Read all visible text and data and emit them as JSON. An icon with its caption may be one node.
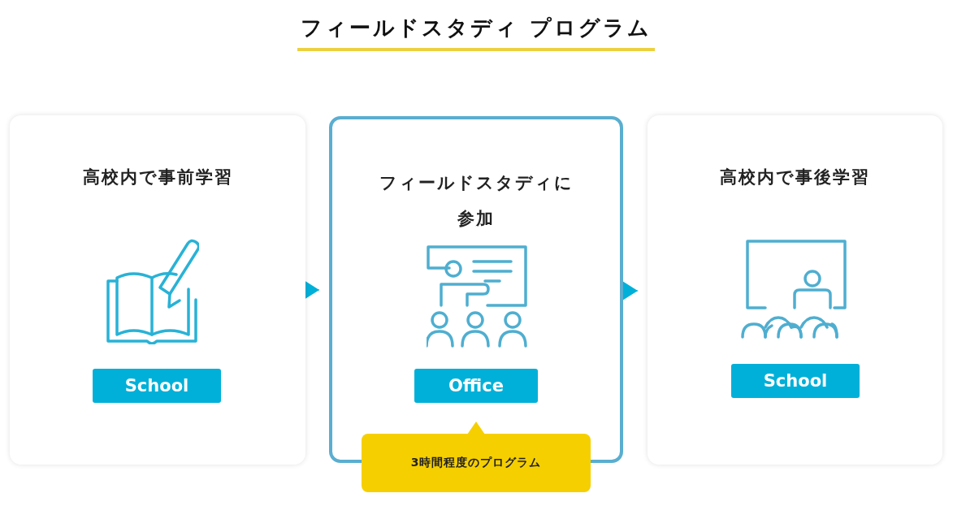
{
  "diagram": {
    "title": "フィールドスタディ プログラム",
    "nodes": [
      {
        "text": [
          "高校内で事前学習"
        ]
      },
      {
        "text": [
          "School"
        ],
        "in": 0
      },
      {
        "text": [
          "フィールドスタディに参加"
        ]
      },
      {
        "text": [
          "Office"
        ],
        "in": 2
      },
      {
        "text": [
          "3時間程度のプログラム"
        ]
      },
      {
        "text": [
          "高校内で事後学習"
        ]
      },
      {
        "text": [
          "School"
        ],
        "in": 5
      }
    ],
    "edges": [
      {
        "from": 0,
        "to": 2,
        "arrow": "to"
      },
      {
        "from": 2,
        "to": 5,
        "arrow": "to"
      }
    ]
  }
}
